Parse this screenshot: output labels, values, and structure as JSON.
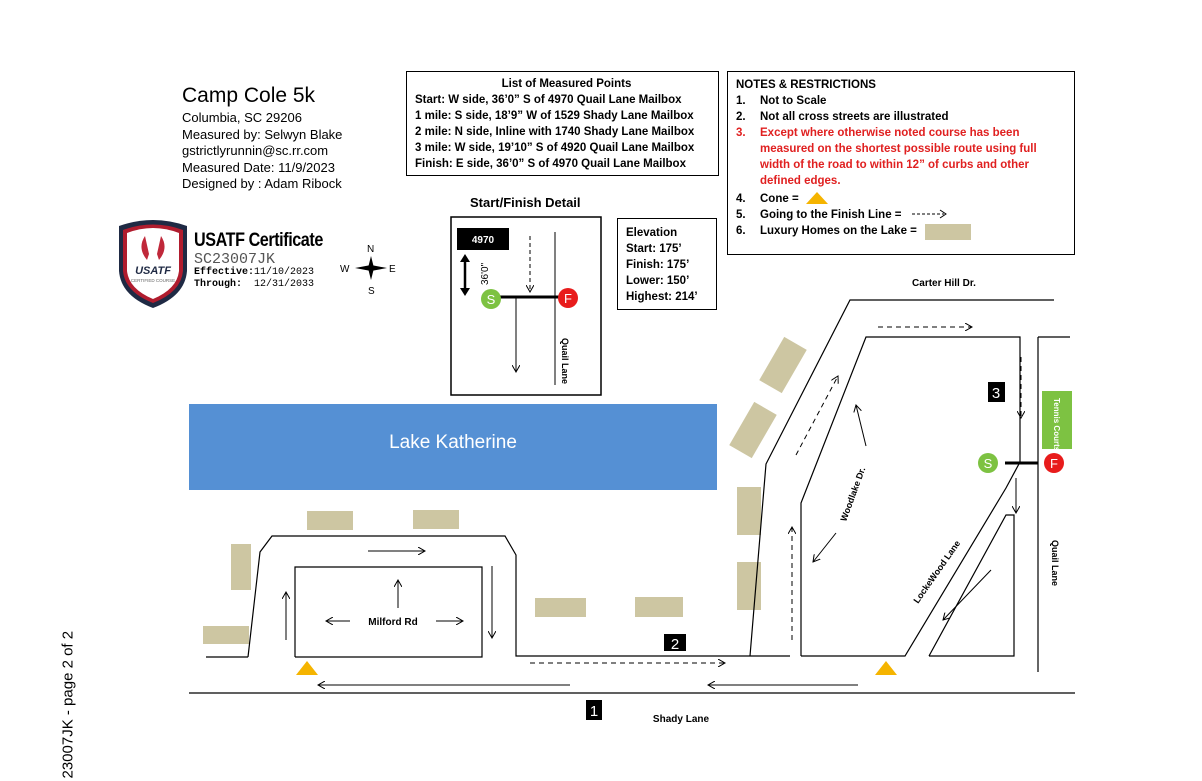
{
  "header": {
    "title": "Camp Cole 5k",
    "lines": [
      "Columbia, SC 29206",
      "Measured by: Selwyn Blake",
      "gstrictlyrunnin@sc.rr.com",
      "Measured Date:  11/9/2023",
      "Designed by : Adam Ribock"
    ]
  },
  "certificate": {
    "badge_text": "USATF",
    "badge_sub": "CERTIFIED COURSE",
    "title": "USATF Certificate",
    "id": "SC23007JK",
    "effective_label": "Effective:",
    "effective": "11/10/2023",
    "through_label": "Through:",
    "through": "12/31/2033"
  },
  "compass": {
    "n": "N",
    "s": "S",
    "e": "E",
    "w": "W"
  },
  "measured_points": {
    "title": "List of Measured Points",
    "items": [
      "Start: W side, 36’0” S of 4970 Quail Lane Mailbox",
      "1 mile: S side, 18’9” W of 1529 Shady Lane Mailbox",
      "2 mile: N side, Inline  with 1740 Shady Lane Mailbox",
      "3 mile: W side, 19’10” S of 4920 Quail Lane Mailbox",
      "Finish: E side, 36’0” S of 4970 Quail Lane Mailbox"
    ]
  },
  "notes": {
    "title": "NOTES & RESTRICTIONS",
    "items": [
      {
        "n": "1.",
        "t": "Not to Scale"
      },
      {
        "n": "2.",
        "t": "Not all cross streets are illustrated"
      },
      {
        "n": "3.",
        "t": "Except where otherwise noted course has been measured on the shortest possible route using full width of the road to within 12” of curbs and other defined edges."
      },
      {
        "n": "4.",
        "t": "Cone ="
      },
      {
        "n": "5.",
        "t": "Going to the Finish Line ="
      },
      {
        "n": "6.",
        "t": "Luxury Homes  on the Lake ="
      }
    ]
  },
  "detail": {
    "title": "Start/Finish Detail",
    "mailbox": "4970",
    "distance": "36'0\"",
    "street": "Quail Lane",
    "start": "S",
    "finish": "F"
  },
  "elevation": {
    "title": "Elevation",
    "items": [
      "Start: 175’",
      "Finish: 175’",
      "Lower: 150’",
      "Highest: 214’"
    ]
  },
  "map": {
    "lake": "Lake Katherine",
    "milford": "Milford Rd",
    "shady": "Shady Lane",
    "carter": "Carter Hill Dr.",
    "woodlake": "Woodlake Dr.",
    "lockewood": "LockeWood Lane",
    "quail": "Quail Lane",
    "tennis": "Tennis Courts",
    "mile1": "1",
    "mile2": "2",
    "mile3": "3",
    "start": "S",
    "finish": "F"
  },
  "footer": {
    "side": "23007JK - page 2 of 2"
  },
  "colors": {
    "lake": "#5590d4",
    "home": "#cdc6a2",
    "cone": "#f5b400",
    "start": "#7dc242",
    "finish": "#e81c1c",
    "tennis": "#7dc242"
  }
}
